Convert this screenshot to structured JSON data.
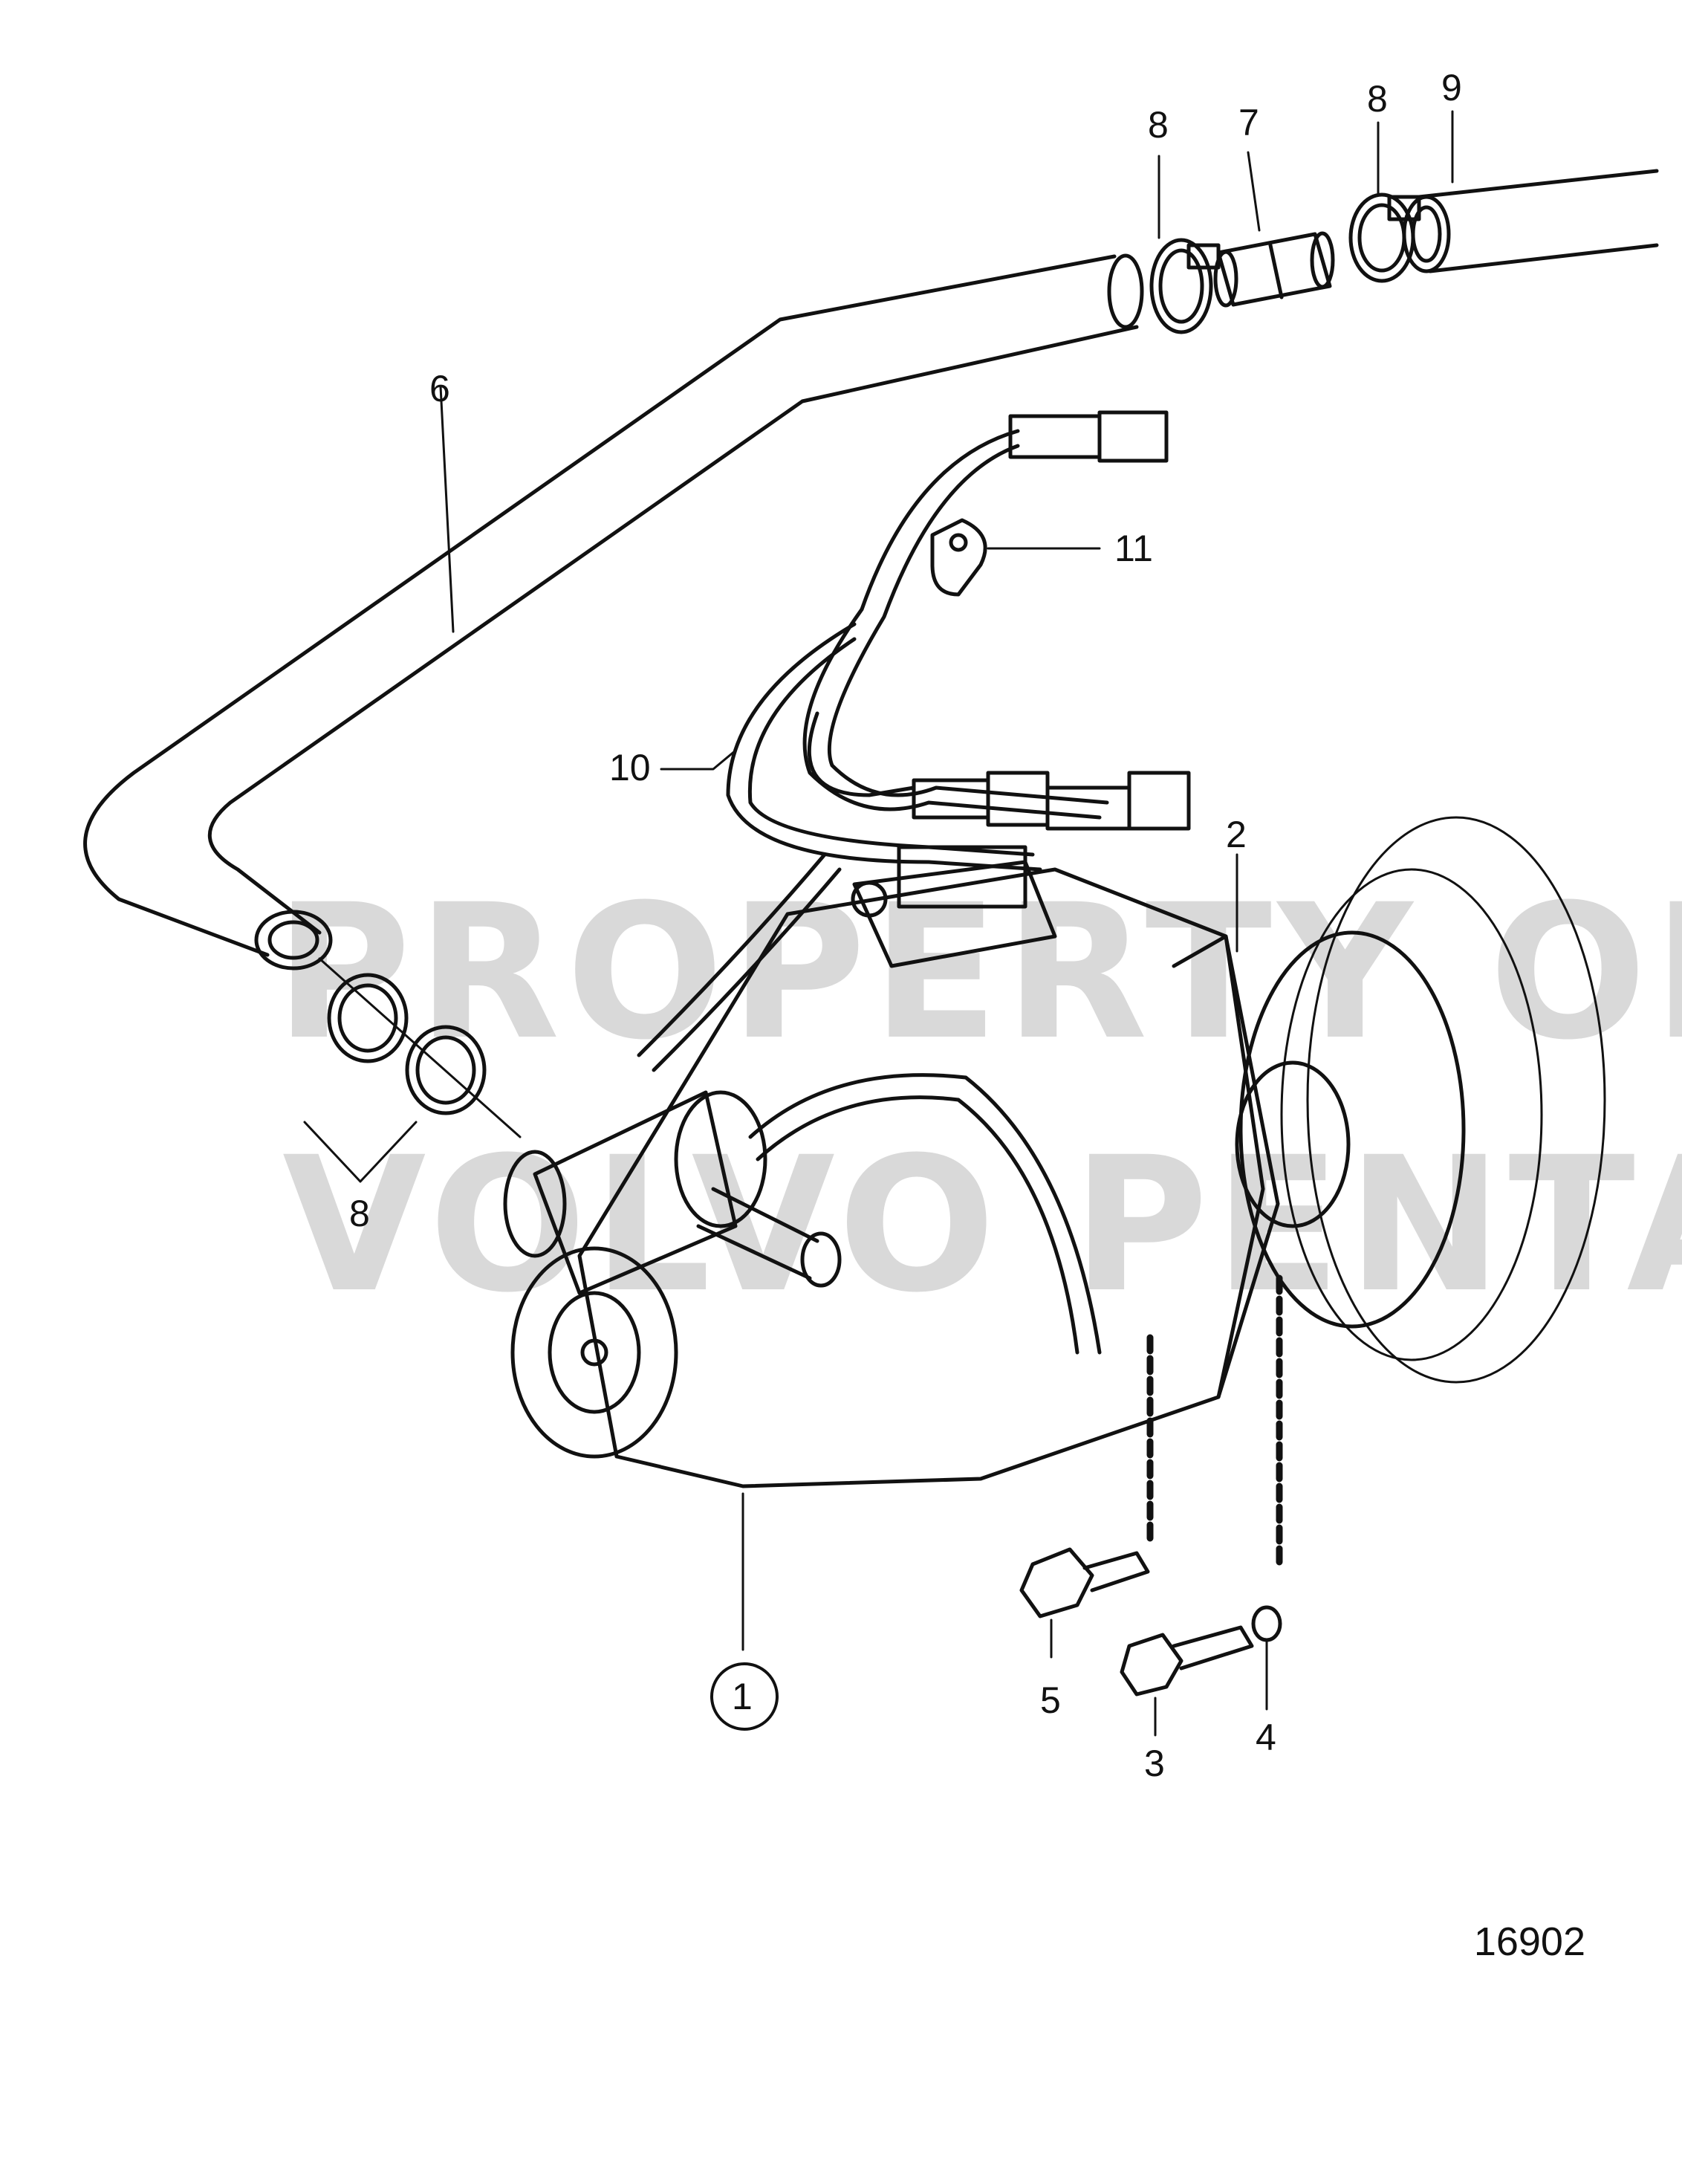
{
  "watermark": {
    "line1": "PROPERTY OF",
    "line2": "VOLVO PENTA"
  },
  "part_labels": [
    "1",
    "2",
    "3",
    "4",
    "5",
    "6",
    "7",
    "8",
    "8",
    "8",
    "9",
    "10",
    "11"
  ],
  "drawing_number": "16902",
  "colors": {
    "line": "#111111",
    "watermark": "#d9d9d9",
    "background": "#ffffff"
  }
}
